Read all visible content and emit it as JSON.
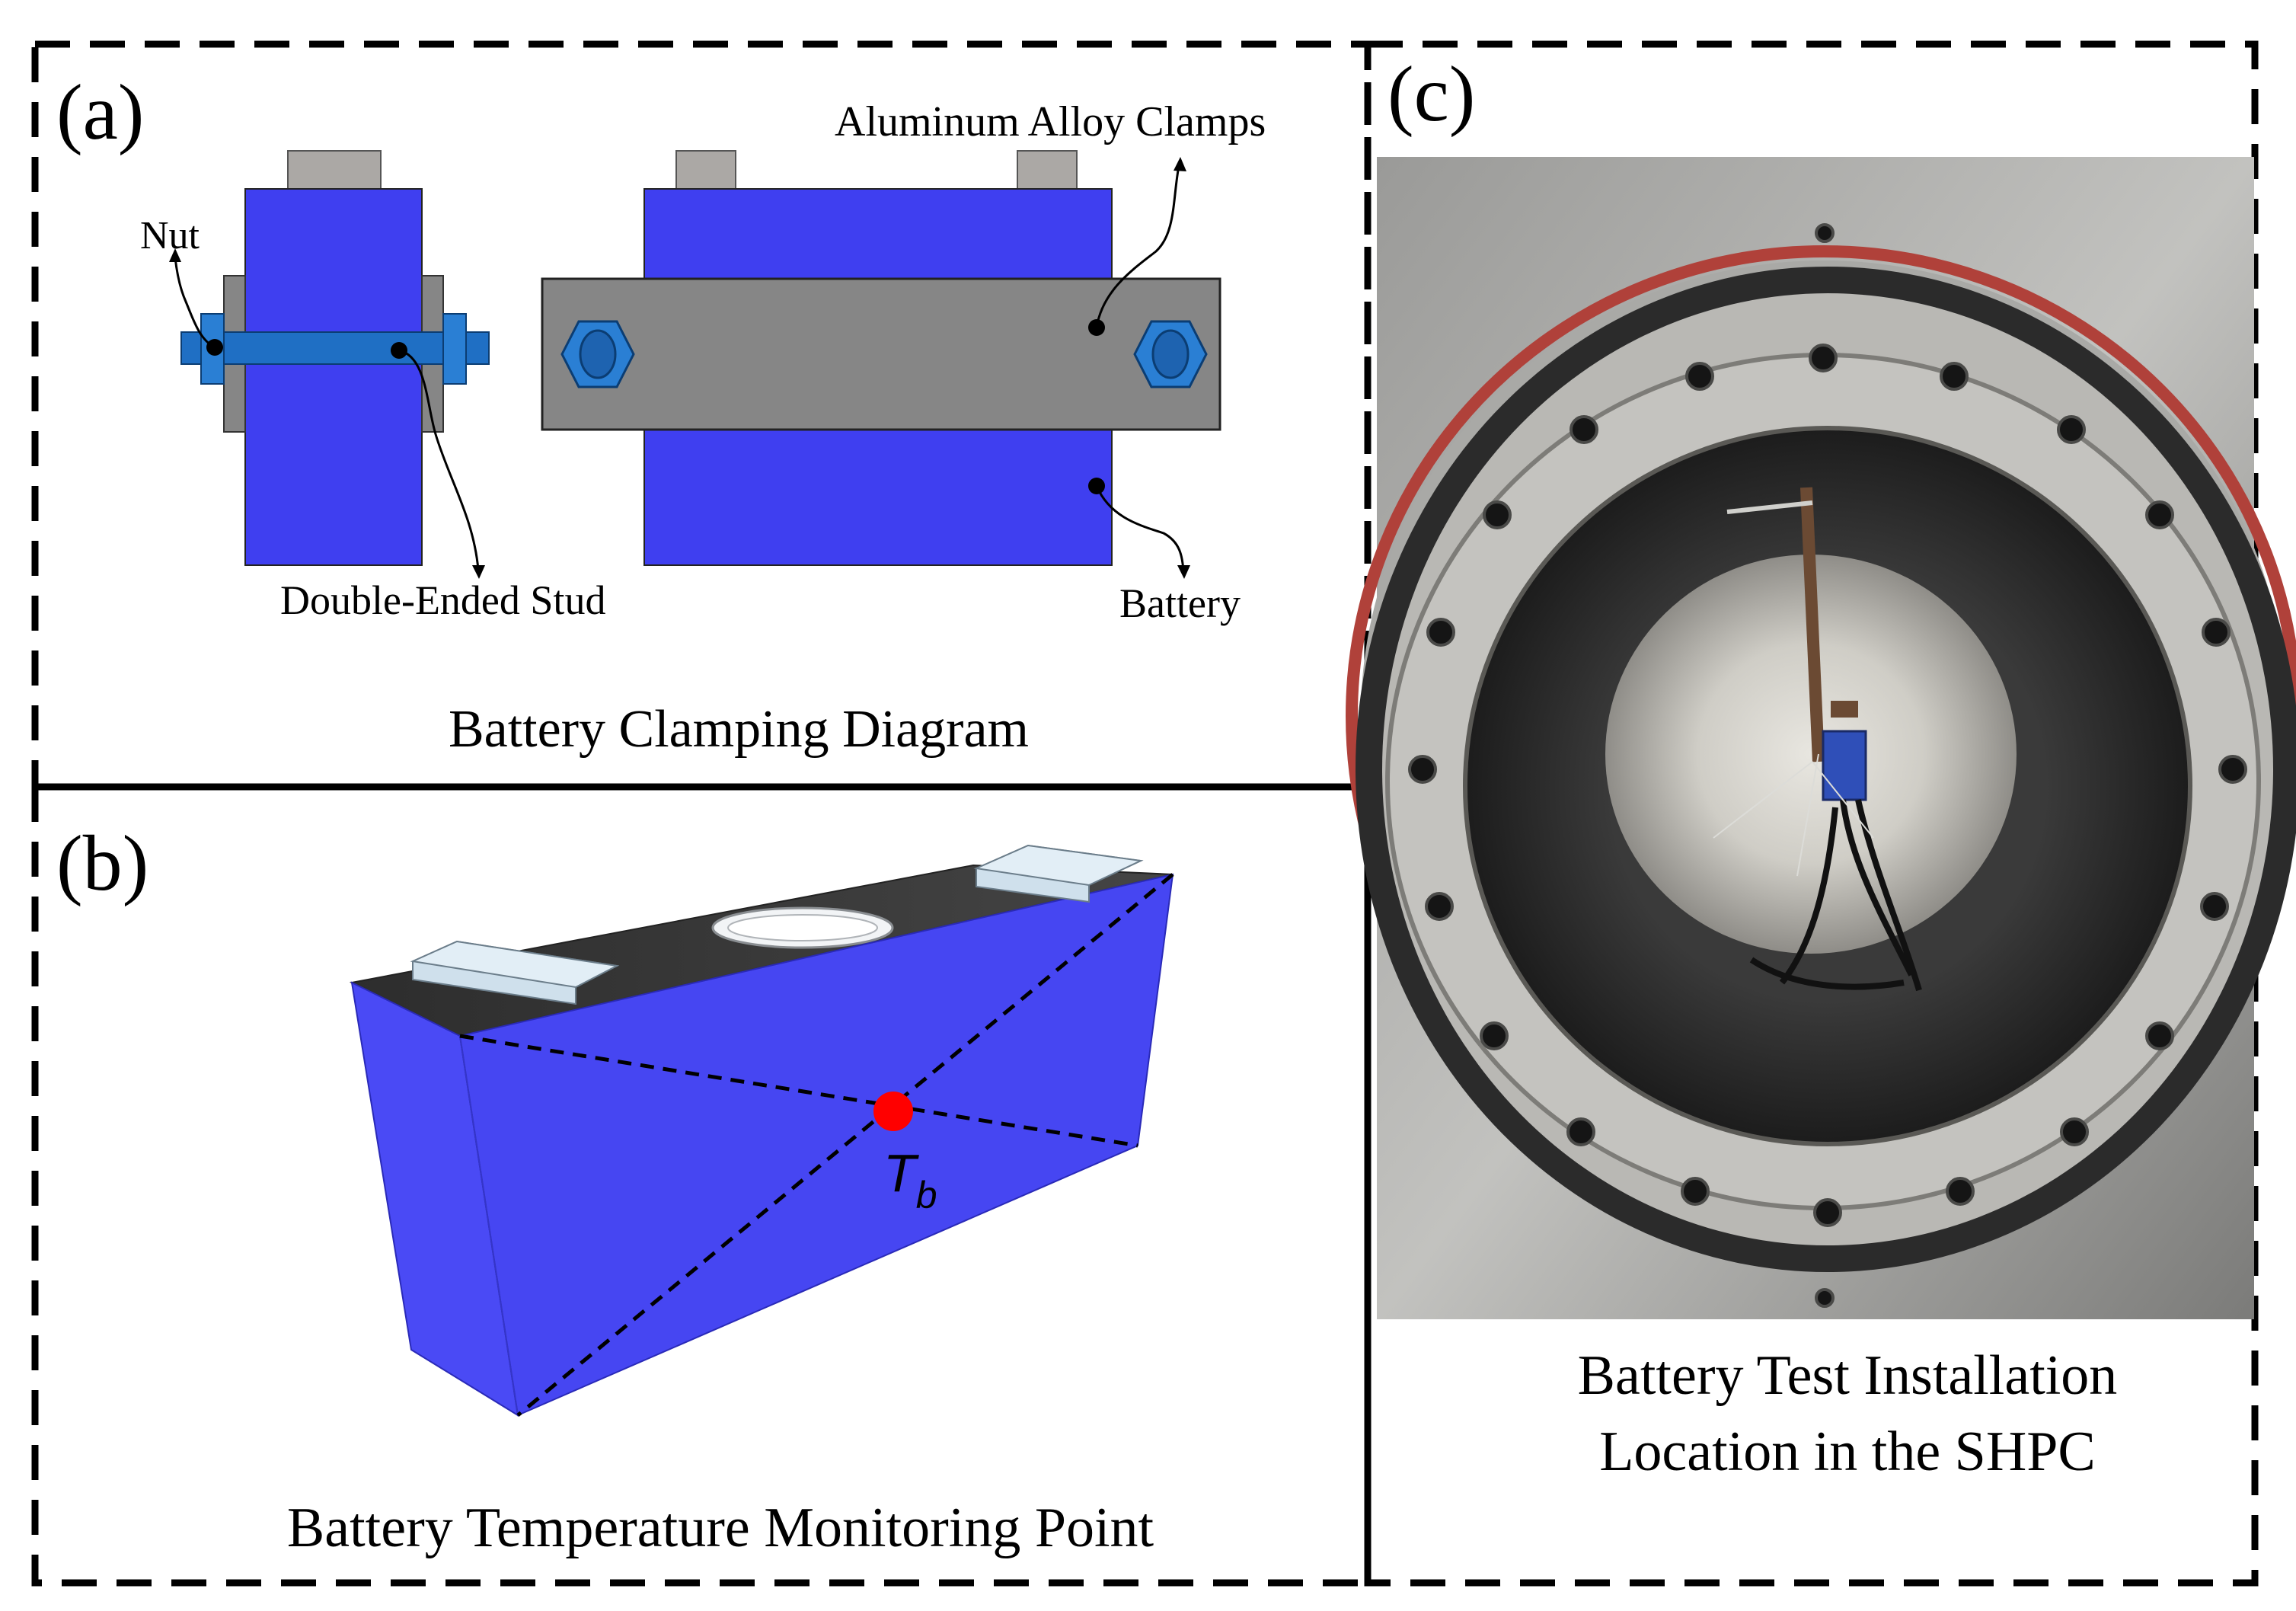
{
  "panel_a": {
    "label": "(a)",
    "caption": "Battery Clamping Diagram",
    "callouts": {
      "nut": "Nut",
      "stud": "Double-Ended Stud",
      "clamps": "Aluminum Alloy Clamps",
      "battery": "Battery"
    }
  },
  "panel_b": {
    "label": "(b)",
    "caption": "Battery Temperature Monitoring Point",
    "point_symbol": "T",
    "point_subscript": "b"
  },
  "panel_c": {
    "label": "(c)",
    "caption_line1": "Battery Test Installation",
    "caption_line2": "Location in the SHPC"
  },
  "colors": {
    "battery_blue": "#3f3ff0",
    "battery_face_light": "#4a4af5",
    "clamp_gray": "#868686",
    "stud_blue": "#1f6fc4",
    "terminal_gray": "#aba8a5",
    "monitor_point": "#ff0000",
    "chamber_dark": "#2e2e2e",
    "flange_silver": "#b5b5b2",
    "seal_red": "#b0413a"
  }
}
